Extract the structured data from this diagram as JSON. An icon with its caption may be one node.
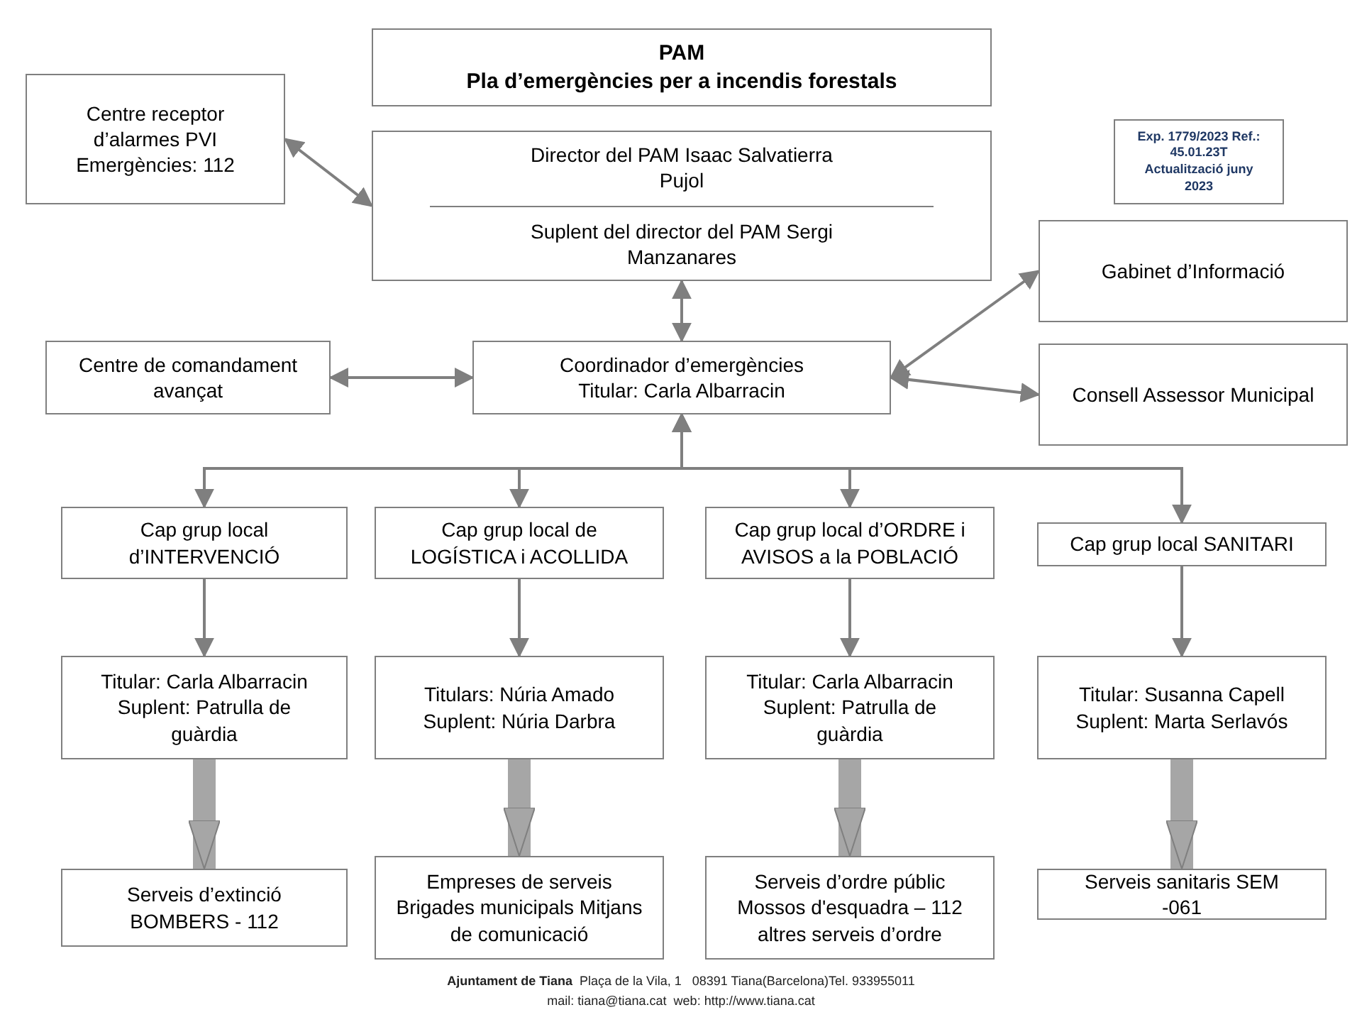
{
  "diagram": {
    "nodes": [
      {
        "text": [
          "PAM",
          "Pla d’emergències per a incendis forestals"
        ]
      },
      {
        "text": [
          "Exp. 1779/2023 Ref.: 45.01.23T Actualització juny 2023"
        ]
      },
      {
        "text": [
          "Centre receptor d’alarmes PVI Emergències: 112"
        ]
      },
      {
        "text": [
          "Director del PAM Isaac Salvatierra Pujol",
          "Suplent del director del PAM Sergi Manzanares"
        ]
      },
      {
        "text": [
          "Gabinet d’Informació"
        ]
      },
      {
        "text": [
          "Centre de comandament avançat"
        ]
      },
      {
        "text": [
          "Coordinador d’emergències Titular: Carla Albarracin"
        ]
      },
      {
        "text": [
          "Consell Assessor Municipal"
        ]
      },
      {
        "text": [
          "Cap grup  local d’INTERVENCIÓ"
        ]
      },
      {
        "text": [
          "Cap grup  local de LOGÍSTICA  i ACOLLIDA"
        ]
      },
      {
        "text": [
          "Cap grup  local d’ORDRE  i AVISOS a la POBLACIÓ"
        ]
      },
      {
        "text": [
          "Cap grup  local SANITARI"
        ]
      },
      {
        "text": [
          "Titular: Carla Albarracin Suplent: Patrulla de guàrdia"
        ]
      },
      {
        "text": [
          "Titulars: Núria Amado Suplent: Núria Darbra"
        ]
      },
      {
        "text": [
          "Titular: Carla Albarracin Suplent: Patrulla de guàrdia"
        ]
      },
      {
        "text": [
          "Titular: Susanna Capell Suplent: Marta Serlavós"
        ]
      },
      {
        "text": [
          "Serveis d’extinció BOMBERS - 112"
        ]
      },
      {
        "text": [
          "Empreses de serveis Brigades municipals Mitjans de comunicació"
        ]
      },
      {
        "text": [
          "Serveis d’ordre públic Mossos d'esquadra – 112 altres serveis d’ordre"
        ]
      },
      {
        "text": [
          "Serveis sanitaris SEM -061"
        ]
      }
    ],
    "edges": [
      {
        "from": 2,
        "to": 3,
        "arrow": "both"
      },
      {
        "from": 3,
        "to": 6,
        "arrow": "both"
      },
      {
        "from": 5,
        "to": 6,
        "arrow": "both"
      },
      {
        "from": 6,
        "to": 4,
        "arrow": "both"
      },
      {
        "from": 6,
        "to": 7,
        "arrow": "both"
      },
      {
        "from": 6,
        "to": 8,
        "arrow": "both"
      },
      {
        "from": 6,
        "to": 9,
        "arrow": "both"
      },
      {
        "from": 6,
        "to": 10,
        "arrow": "both"
      },
      {
        "from": 6,
        "to": 11,
        "arrow": "both"
      },
      {
        "from": 8,
        "to": 12,
        "arrow": "to"
      },
      {
        "from": 9,
        "to": 13,
        "arrow": "to"
      },
      {
        "from": 10,
        "to": 14,
        "arrow": "to"
      },
      {
        "from": 11,
        "to": 15,
        "arrow": "to"
      },
      {
        "from": 12,
        "to": 16,
        "arrow": "to",
        "style": "thick"
      },
      {
        "from": 13,
        "to": 17,
        "arrow": "to",
        "style": "thick"
      },
      {
        "from": 14,
        "to": 18,
        "arrow": "to",
        "style": "thick"
      },
      {
        "from": 15,
        "to": 19,
        "arrow": "to",
        "style": "thick"
      }
    ],
    "labels": [
      "**Ajuntament de Tiana**  Plaça de la Vila, 1   08391 Tiana(Barcelona)Tel. 933955011",
      "mail: tiana@tiana.cat  web: http://www.tiana.cat"
    ]
  }
}
